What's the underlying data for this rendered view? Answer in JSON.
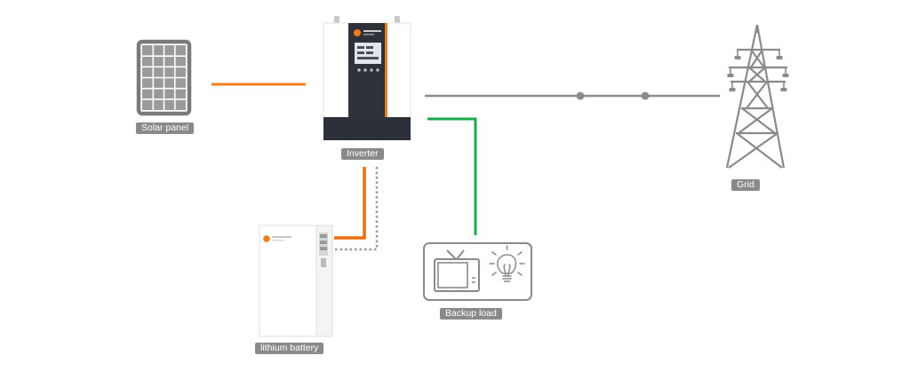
{
  "labels": {
    "solar_panel": "Solar panel",
    "inverter": "Inverter",
    "grid": "Grid",
    "lithium_battery": "lithium battery",
    "backup_load": "Backup load"
  },
  "colors": {
    "pv_line": "#f07d1c",
    "battery_line": "#ef6c0a",
    "grid_line": "#8c8c8c",
    "load_line": "#1aab4a",
    "icon_gray": "#888888",
    "label_bg": "#8a8a8a"
  },
  "icons": {
    "solar": "solar-panel-icon",
    "inverter": "inverter-icon",
    "tower": "transmission-tower-icon",
    "battery": "battery-icon",
    "tv": "tv-icon",
    "bulb": "light-bulb-icon"
  }
}
